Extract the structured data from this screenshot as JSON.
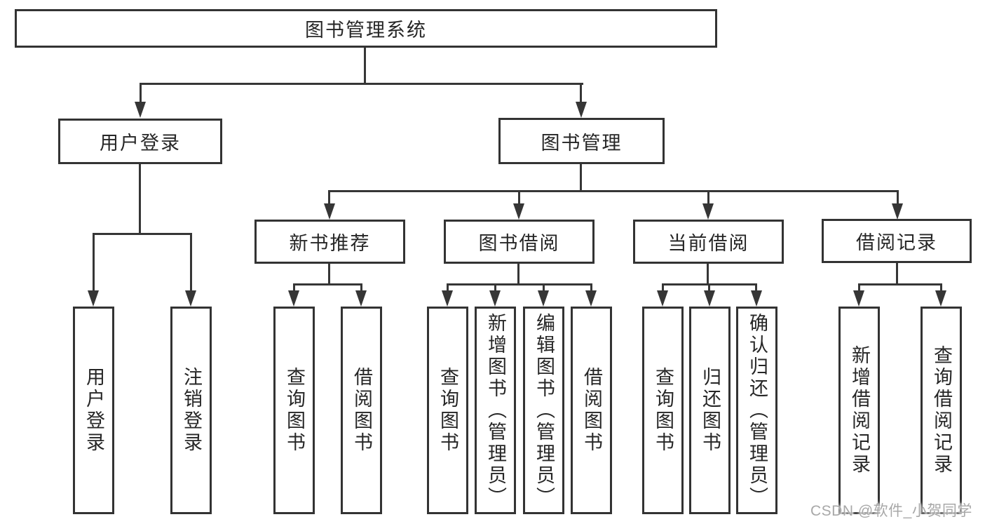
{
  "diagram": {
    "title": "图书管理系统",
    "nodes": {
      "root": {
        "label": "图书管理系统"
      },
      "level1": [
        {
          "id": "user-login",
          "label": "用户登录"
        },
        {
          "id": "book-management",
          "label": "图书管理"
        }
      ],
      "level2": [
        {
          "id": "new-book-recommend",
          "label": "新书推荐",
          "parent": "图书管理"
        },
        {
          "id": "book-borrow",
          "label": "图书借阅",
          "parent": "图书管理"
        },
        {
          "id": "current-borrow",
          "label": "当前借阅",
          "parent": "图书管理"
        },
        {
          "id": "borrow-records",
          "label": "借阅记录",
          "parent": "图书管理"
        }
      ],
      "leaves": [
        {
          "label": "用户登录",
          "parent": "用户登录"
        },
        {
          "label": "注销登录",
          "parent": "用户登录"
        },
        {
          "label": "查询图书",
          "parent": "新书推荐"
        },
        {
          "label": "借阅图书",
          "parent": "新书推荐"
        },
        {
          "label": "查询图书",
          "parent": "图书借阅"
        },
        {
          "label": "新增图书（管理员）",
          "parent": "图书借阅"
        },
        {
          "label": "编辑图书（管理员）",
          "parent": "图书借阅"
        },
        {
          "label": "借阅图书",
          "parent": "图书借阅"
        },
        {
          "label": "查询图书",
          "parent": "当前借阅"
        },
        {
          "label": "归还图书",
          "parent": "当前借阅"
        },
        {
          "label": "确认归还（管理员）",
          "parent": "当前借阅"
        },
        {
          "label": "新增借阅记录",
          "parent": "借阅记录"
        },
        {
          "label": "查询借阅记录",
          "parent": "借阅记录"
        }
      ]
    },
    "colors": {
      "line": "#363636",
      "border": "#333333",
      "text": "#262626",
      "background": "#ffffff",
      "watermark": "#a8a8a8"
    }
  },
  "watermark": {
    "text": "CSDN @软件_小贺同学"
  }
}
